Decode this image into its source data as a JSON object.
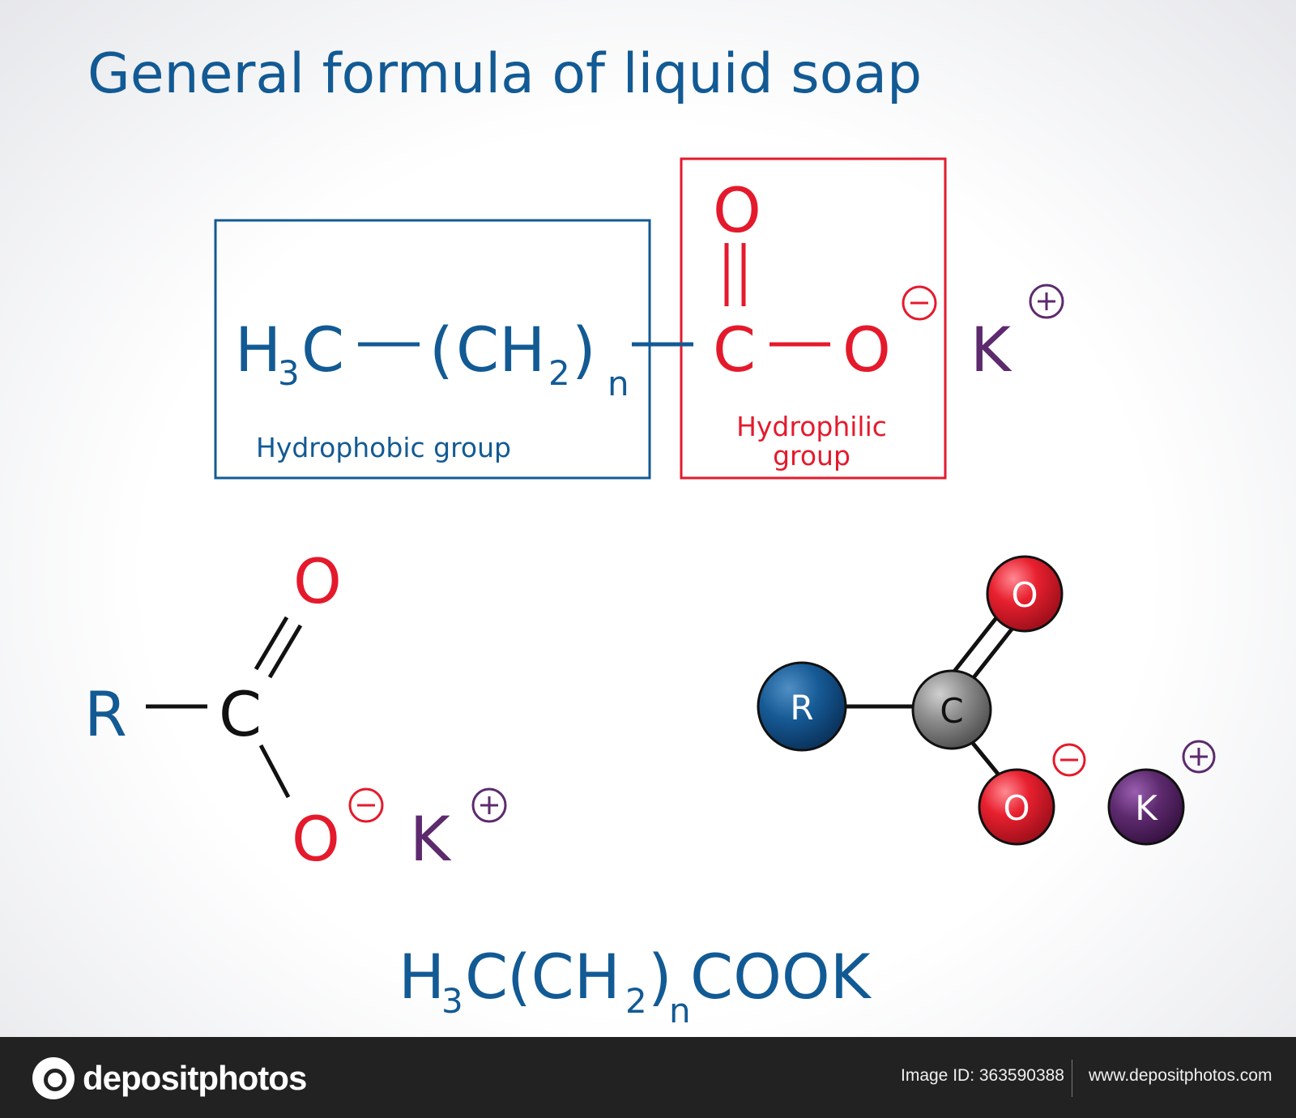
{
  "title": "General formula of liquid soap",
  "colors": {
    "blue": "#125a94",
    "red": "#e41a2c",
    "purple": "#5d2a6e",
    "black": "#111111",
    "carbon_gray": "#888888"
  },
  "top_formula": {
    "h": "H",
    "sub3": "3",
    "c1": "C",
    "paren_open": "(",
    "ch": "CH",
    "sub2": "2",
    "paren_close": ")",
    "n": "n",
    "c2": "C",
    "o_top": "O",
    "o_right": "O",
    "k": "K",
    "minus": "−",
    "plus": "+",
    "hydrophobic_label": "Hydrophobic  group",
    "hydrophilic_label_line1": "Hydrophilic",
    "hydrophilic_label_line2": "group"
  },
  "skeletal_formula": {
    "r": "R",
    "c": "C",
    "o_top": "O",
    "o_bottom": "O",
    "k": "K",
    "minus": "−",
    "plus": "+"
  },
  "ball_model": {
    "r": "R",
    "c": "C",
    "o_top": "O",
    "o_bottom": "O",
    "k": "K",
    "minus": "−",
    "plus": "+"
  },
  "bottom_formula": {
    "h": "H",
    "sub3": "3",
    "c": "C",
    "open": "(CH",
    "sub2": "2",
    "close": ")",
    "n": "n",
    "tail": "COOK"
  },
  "footer": {
    "brand": "depositphotos",
    "image_id": "Image ID: 363590388",
    "url": "www.depositphotos.com"
  }
}
